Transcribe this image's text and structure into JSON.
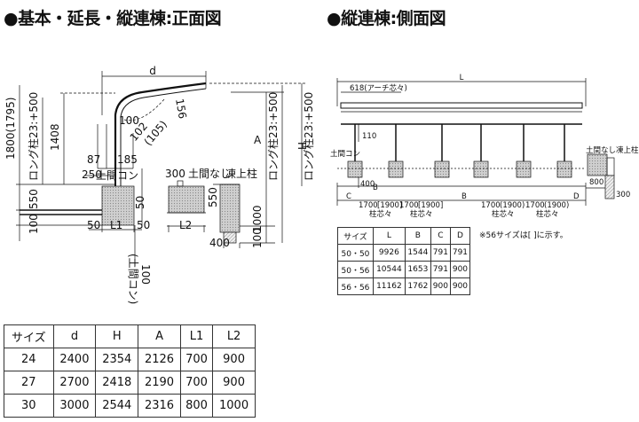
{
  "titles": {
    "front": "●基本・延長・縦連棟:正面図",
    "side": "●縦連棟:側面図"
  },
  "front": {
    "dims": {
      "d": "d",
      "h_left": "1800(1795)",
      "long_post_left": "ロング柱23:+500",
      "v1408": "1408",
      "v87": "87",
      "v185": "185",
      "v100a": "100",
      "v102": "102",
      "v105": "(105)",
      "v156": "156",
      "v250": "250",
      "v550l": "550",
      "v100l": "100",
      "v50a": "50",
      "L1": "L1",
      "v50b": "50",
      "v50c": "50",
      "v100con": "100",
      "con_note": "(土間コン)",
      "v300": "300",
      "L2": "L2",
      "v550r": "550",
      "v1000": "1000",
      "v400": "400",
      "v100r": "100",
      "A": "A",
      "long_post_A": "ロング柱23:+500",
      "H": "H",
      "long_post_H": "ロング柱23:+500"
    },
    "labels": {
      "doma_con": "土間コン",
      "no_doma": "土間なし",
      "frozen_post": "凍上柱"
    }
  },
  "side": {
    "dims": {
      "L": "L",
      "arch": "618(アーチ芯々)",
      "v110": "110",
      "v400": "400",
      "C": "C",
      "B1": "B",
      "B2": "B",
      "D": "D",
      "p1": "1700",
      "p1b": "[1900]",
      "p2": "1700",
      "p2b": "[1900]",
      "p3": "1700",
      "p3b": "(1900)",
      "p4": "1700",
      "p4b": "(1900)",
      "pitch": "柱芯々",
      "v800": "800",
      "v300": "300"
    },
    "labels": {
      "doma_con": "土間コン",
      "no_doma_frozen": "土間なし凍上柱"
    }
  },
  "side_table": {
    "headers": [
      "サイズ",
      "L",
      "B",
      "C",
      "D"
    ],
    "rows": [
      [
        "50・50",
        "9926",
        "1544",
        "791",
        "791"
      ],
      [
        "50・56",
        "10544",
        "1653",
        "791",
        "900"
      ],
      [
        "56・56",
        "11162",
        "1762",
        "900",
        "900"
      ]
    ],
    "note": "※56サイズは[ ]に示す。"
  },
  "front_table": {
    "headers": [
      "サイズ",
      "d",
      "H",
      "A",
      "L1",
      "L2"
    ],
    "rows": [
      [
        "24",
        "2400",
        "2354",
        "2126",
        "700",
        "900"
      ],
      [
        "27",
        "2700",
        "2418",
        "2190",
        "700",
        "900"
      ],
      [
        "30",
        "3000",
        "2544",
        "2316",
        "800",
        "1000"
      ]
    ]
  }
}
